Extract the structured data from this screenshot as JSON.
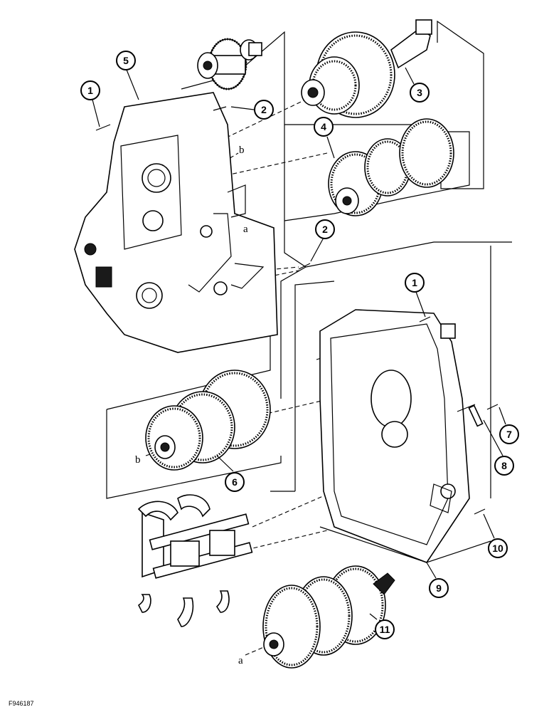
{
  "figure": {
    "id_label": "F946187",
    "callouts": [
      "1",
      "2",
      "3",
      "4",
      "5",
      "2",
      "1",
      "6",
      "7",
      "8",
      "9",
      "10",
      "11"
    ],
    "letters": [
      "b",
      "a",
      "b",
      "a"
    ]
  },
  "colors": {
    "ink": "#000000",
    "paper": "#ffffff"
  }
}
